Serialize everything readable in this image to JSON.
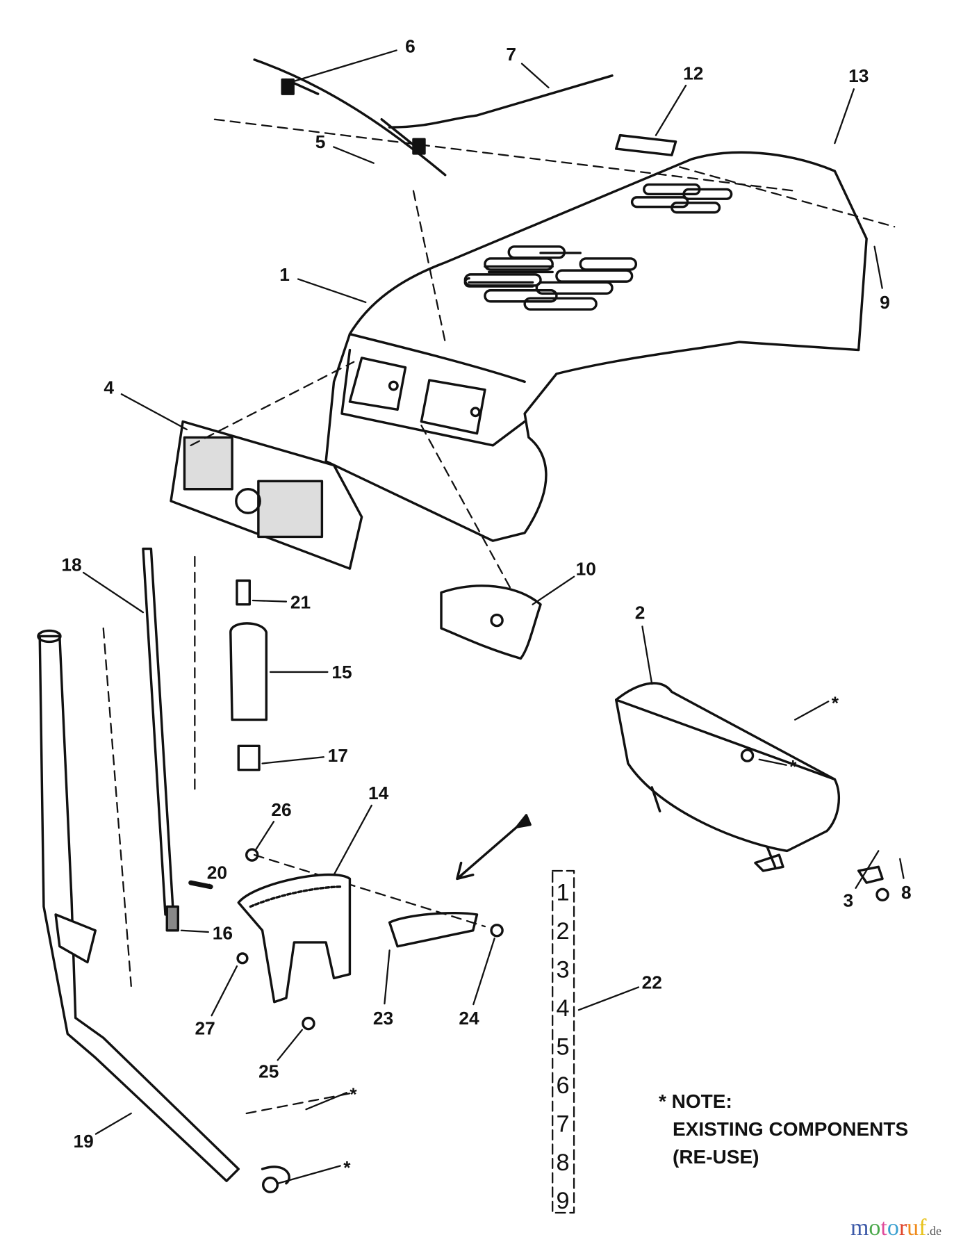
{
  "callouts": [
    "1",
    "2",
    "3",
    "4",
    "5",
    "6",
    "7",
    "8",
    "9",
    "10",
    "12",
    "13",
    "14",
    "15",
    "16",
    "17",
    "18",
    "19",
    "20",
    "21",
    "22",
    "23",
    "24",
    "25",
    "26",
    "27"
  ],
  "asterisk": "*",
  "color_codes": [
    "1",
    "2",
    "3",
    "4",
    "5",
    "6",
    "7",
    "8",
    "9"
  ],
  "note": {
    "line1": "* NOTE:",
    "line2": "EXISTING COMPONENTS",
    "line3": "(RE-USE)"
  },
  "watermark": {
    "name": "motoruf",
    "tld": ".de",
    "letter_colors": [
      "#3d5aa8",
      "#4aa84a",
      "#e04a9a",
      "#3aa0d0",
      "#e0442a",
      "#f08a1a",
      "#e8c21a"
    ]
  }
}
